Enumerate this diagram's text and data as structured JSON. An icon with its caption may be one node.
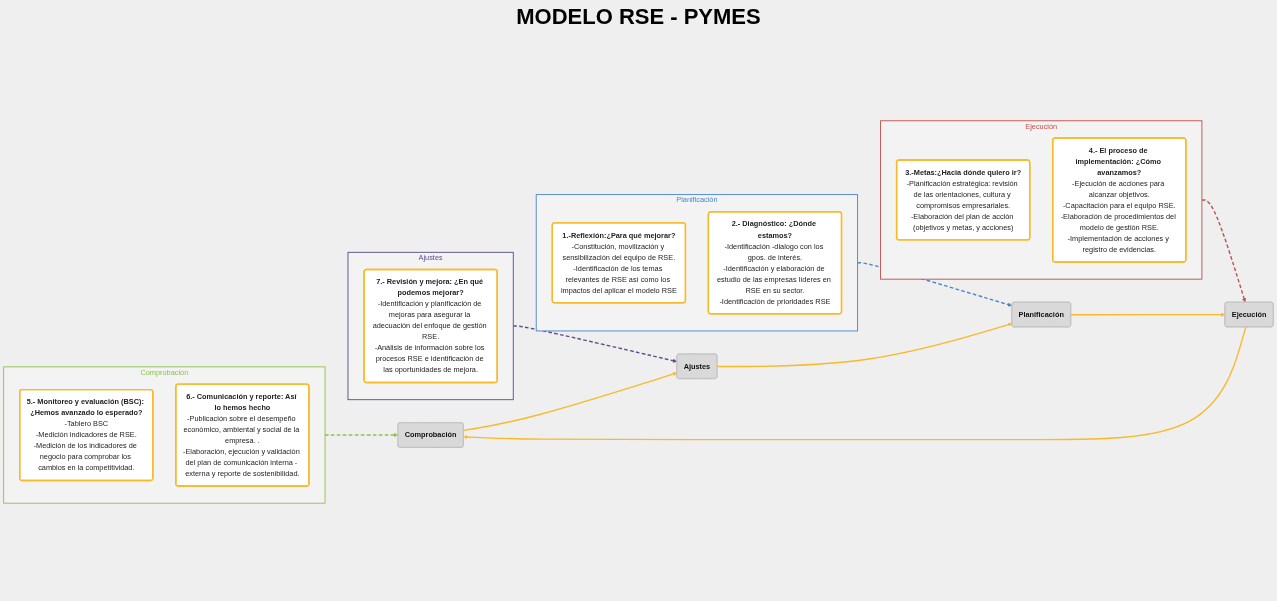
{
  "diagram": {
    "title": "MODELO RSE - PYMES",
    "nodes": [
      {
        "text": [
          "Planificación"
        ]
      },
      {
        "text": [
          "1.-Reflexión:¿Para qué mejorar?",
          "-Constitución, movilización y sensibilización del equipo de RSE.",
          "-Identificación de los temas relevantes de RSE así como los impactos del aplicar el modelo RSE"
        ],
        "in": 0
      },
      {
        "text": [
          "2.- Diagnóstico: ¿Dónde estamos?",
          "-Identificación -dialogo con los gpos. de interés.",
          "-Identificación y elaboración de estudio de las empresas líderes en RSE en su sector.",
          "-Identificación de prioridades RSE"
        ],
        "in": 0
      },
      {
        "text": [
          "Ejecución"
        ]
      },
      {
        "text": [
          "3.-Metas:¿Hacia dónde quiero ir?",
          "-Planificación estratégica: revisión de las orientaciones, cultura y compromisos empresariales.",
          "-Elaboración del plan de acción (objetivos y metas, y acciones)"
        ],
        "in": 3
      },
      {
        "text": [
          "4.- El proceso de implementación: ¿Cómo avanzamos?",
          "-Ejecución de acciones para alcanzar objetivos.",
          "-Capacitación para el equipo RSE.",
          "-Elaboración de procedimientos del modelo de gestión RSE.",
          "-Implementación de acciones y registro de evidencias."
        ],
        "in": 3
      },
      {
        "text": [
          "Planificación"
        ]
      },
      {
        "text": [
          "Ajustes"
        ]
      },
      {
        "text": [
          "Ejecución"
        ]
      },
      {
        "text": [
          "Comprobación"
        ]
      },
      {
        "text": [
          "Ajustes"
        ]
      },
      {
        "text": [
          "7.- Revisión y mejora: ¿En qué podemos mejorar?",
          "-Identificación y planificación de mejoras para asegurar la adecuación del enfoque de gestión RSE.",
          "-Análisis de información sobre los procesos RSE e identificación de las oportunidades de mejora."
        ],
        "in": 10
      },
      {
        "text": [
          "Comprobación"
        ]
      },
      {
        "text": [
          "5.- Monitoreo y evaluación (BSC): ¿Hemos avanzado lo esperado?",
          "-Tablero BSC",
          "-Medición indicadores de RSE.",
          "-Medición de los indicadores de negocio para comprobar los cambios en la competitividad."
        ],
        "in": 12
      },
      {
        "text": [
          "6.- Comunicación y reporte: Así lo hemos hecho",
          "-Publicación sobre el desempeño económico, ambiental y social de la empresa. .",
          "-Elaboración, ejecución y validación del plan de comunicación interna - externa y reporte de sostenibilidad."
        ],
        "in": 12
      }
    ],
    "edges": [
      {
        "from": 0,
        "to": 6,
        "arrow": "to",
        "style": "dashed",
        "color": "#4a86c8"
      },
      {
        "from": 3,
        "to": 8,
        "arrow": "to",
        "style": "dashed",
        "color": "#c0504d"
      },
      {
        "from": 12,
        "to": 9,
        "arrow": "to",
        "style": "dashed",
        "color": "#8bc34a"
      },
      {
        "from": 10,
        "to": 7,
        "arrow": "to",
        "style": "dashed",
        "color": "#5f4b8b"
      },
      {
        "from": 6,
        "to": 8,
        "arrow": "to"
      },
      {
        "from": 8,
        "to": 9,
        "arrow": "to"
      },
      {
        "from": 9,
        "to": 7,
        "arrow": "to"
      },
      {
        "from": 7,
        "to": 6,
        "arrow": "to"
      }
    ]
  }
}
